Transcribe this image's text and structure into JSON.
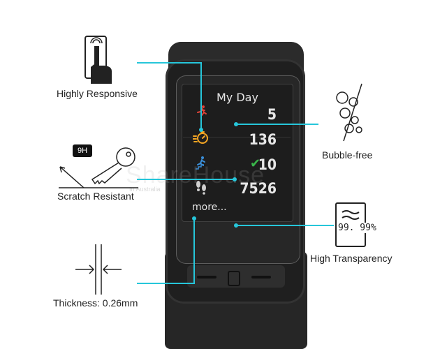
{
  "features": {
    "responsive": "Highly Responsive",
    "scratch": "Scratch Resistant",
    "hardness": "9H",
    "thickness": "Thickness: 0.26mm",
    "bubble": "Bubble-free",
    "transparency": "High Transparency",
    "transparency_value": "99. 99%"
  },
  "screen": {
    "title": "My Day",
    "rows": [
      {
        "icon": "running-person-icon",
        "value": "5"
      },
      {
        "icon": "stopwatch-icon",
        "value": "136"
      },
      {
        "icon": "stairs-climber-icon",
        "value": "10"
      },
      {
        "icon": "footsteps-icon",
        "value": "7526"
      }
    ],
    "more": "more..."
  },
  "watermark": {
    "main": "ShareHouse",
    "sub": "In Australia"
  },
  "colors": {
    "accent": "#26c6da",
    "watch": "#1f1f1f",
    "check": "#3ab54a",
    "run_icon": "#e0443a",
    "stopwatch_icon": "#f5a623",
    "climb_icon": "#3b8fd9",
    "steps_icon": "#d0d0d0"
  }
}
